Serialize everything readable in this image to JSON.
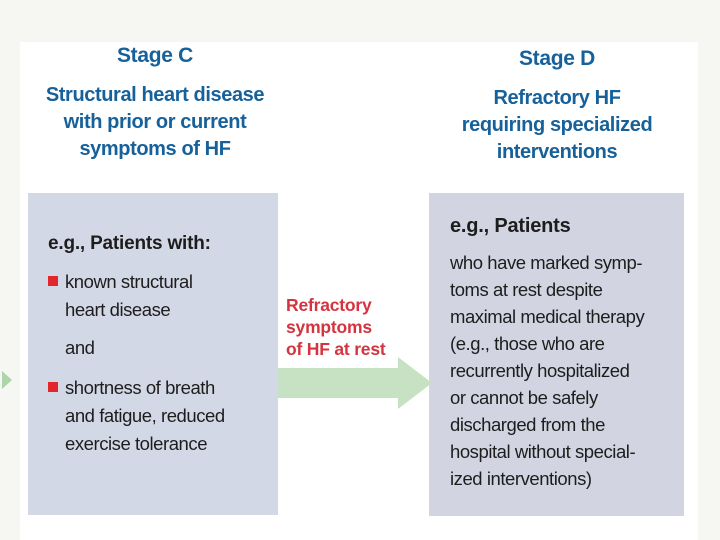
{
  "colors": {
    "heading_blue": "#17619b",
    "label_red": "#d4343f",
    "bullet_red": "#e2262c",
    "box_left_bg": "#d3d8e6",
    "box_right_bg": "#d2d5e1",
    "arrow_green": "#c6e2c2",
    "body_text": "#1d1d1d",
    "page_bg": "#f6f6f2",
    "panel_bg": "#ffffff"
  },
  "stage_c": {
    "title": "Stage C",
    "subtitle": "Structural heart disease\nwith prior or current\nsymptoms of HF"
  },
  "stage_d": {
    "title": "Stage D",
    "subtitle": "Refractory HF\nrequiring specialized\ninterventions"
  },
  "left_box": {
    "heading": "e.g., Patients with:",
    "items": [
      {
        "bullet": true,
        "text": "known structural\nheart disease"
      },
      {
        "bullet": false,
        "text": "and"
      },
      {
        "bullet": true,
        "text": "shortness of breath\nand fatigue, reduced\nexercise tolerance"
      }
    ]
  },
  "transition": {
    "label": "Refractory\nsymptoms\nof HF at rest",
    "arrow_icon": "arrow-right",
    "edge_icon": "chevron-right"
  },
  "right_box": {
    "heading": "e.g., Patients",
    "body": "who have marked symp-\ntoms at rest despite\nmaximal medical therapy\n(e.g., those who are\nrecurrently hospitalized\nor cannot be safely\ndischarged from the\nhospital without special-\nized interventions)"
  }
}
